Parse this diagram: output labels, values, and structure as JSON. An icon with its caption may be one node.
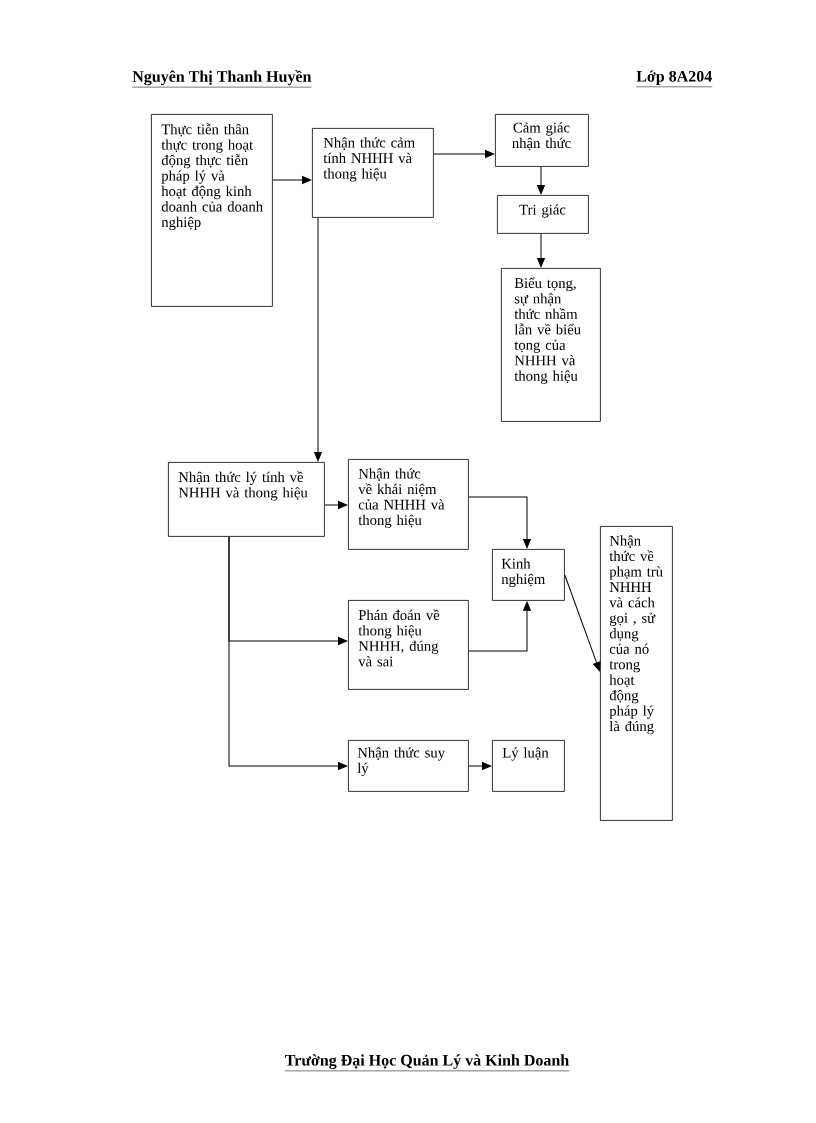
{
  "diagram": {
    "nodes": [
      {
        "text": [
          "Thực tiễn thân thực trong hoạt động thực tiễn pháp lý và hoạt động kinh doanh của doanh nghiệp"
        ]
      },
      {
        "text": [
          "Nhận thức cảm tính NHHH và thong hiệu"
        ]
      },
      {
        "text": [
          "Cảm giác nhận thức"
        ]
      },
      {
        "text": [
          "Tri giác"
        ]
      },
      {
        "text": [
          "Biểu tọng, sự nhận thức nhầm lẫn về biểu tọng của NHHH và thong hiệu"
        ]
      },
      {
        "text": [
          "Nhận thức lý tính về NHHH và thong hiệu"
        ]
      },
      {
        "text": [
          "Nhận thức về khái niệm của NHHH và thong hiệu"
        ]
      },
      {
        "text": [
          "Kinh nghiệm"
        ]
      },
      {
        "text": [
          "Nhận thức về phạm trù NHHH và cách gọi , sử dụng của nó trong hoạt động pháp lý là đúng"
        ]
      },
      {
        "text": [
          "Phán đoán về thong hiệu NHHH, đúng và sai"
        ]
      },
      {
        "text": [
          "Nhận thức suy lý"
        ]
      },
      {
        "text": [
          "Lý luận"
        ]
      }
    ],
    "edges": [
      {
        "from": 0,
        "to": 1,
        "arrow": "to"
      },
      {
        "from": 1,
        "to": 2,
        "arrow": "to"
      },
      {
        "from": 2,
        "to": 3,
        "arrow": "to"
      },
      {
        "from": 3,
        "to": 4,
        "arrow": "to"
      },
      {
        "from": 1,
        "to": 5,
        "arrow": "to"
      },
      {
        "from": 5,
        "to": 6,
        "arrow": "to"
      },
      {
        "from": 5,
        "to": 9,
        "arrow": "to"
      },
      {
        "from": 5,
        "to": 10,
        "arrow": "to"
      },
      {
        "from": 6,
        "to": 7,
        "arrow": "to"
      },
      {
        "from": 9,
        "to": 7,
        "arrow": "to"
      },
      {
        "from": 7,
        "to": 8,
        "arrow": "to"
      },
      {
        "from": 10,
        "to": 11,
        "arrow": "to"
      }
    ],
    "labels": [
      "Nguyên Thị Thanh Huyền",
      "Lớp 8A204",
      "Trường Đại Học Quản Lý và Kinh Doanh"
    ]
  }
}
